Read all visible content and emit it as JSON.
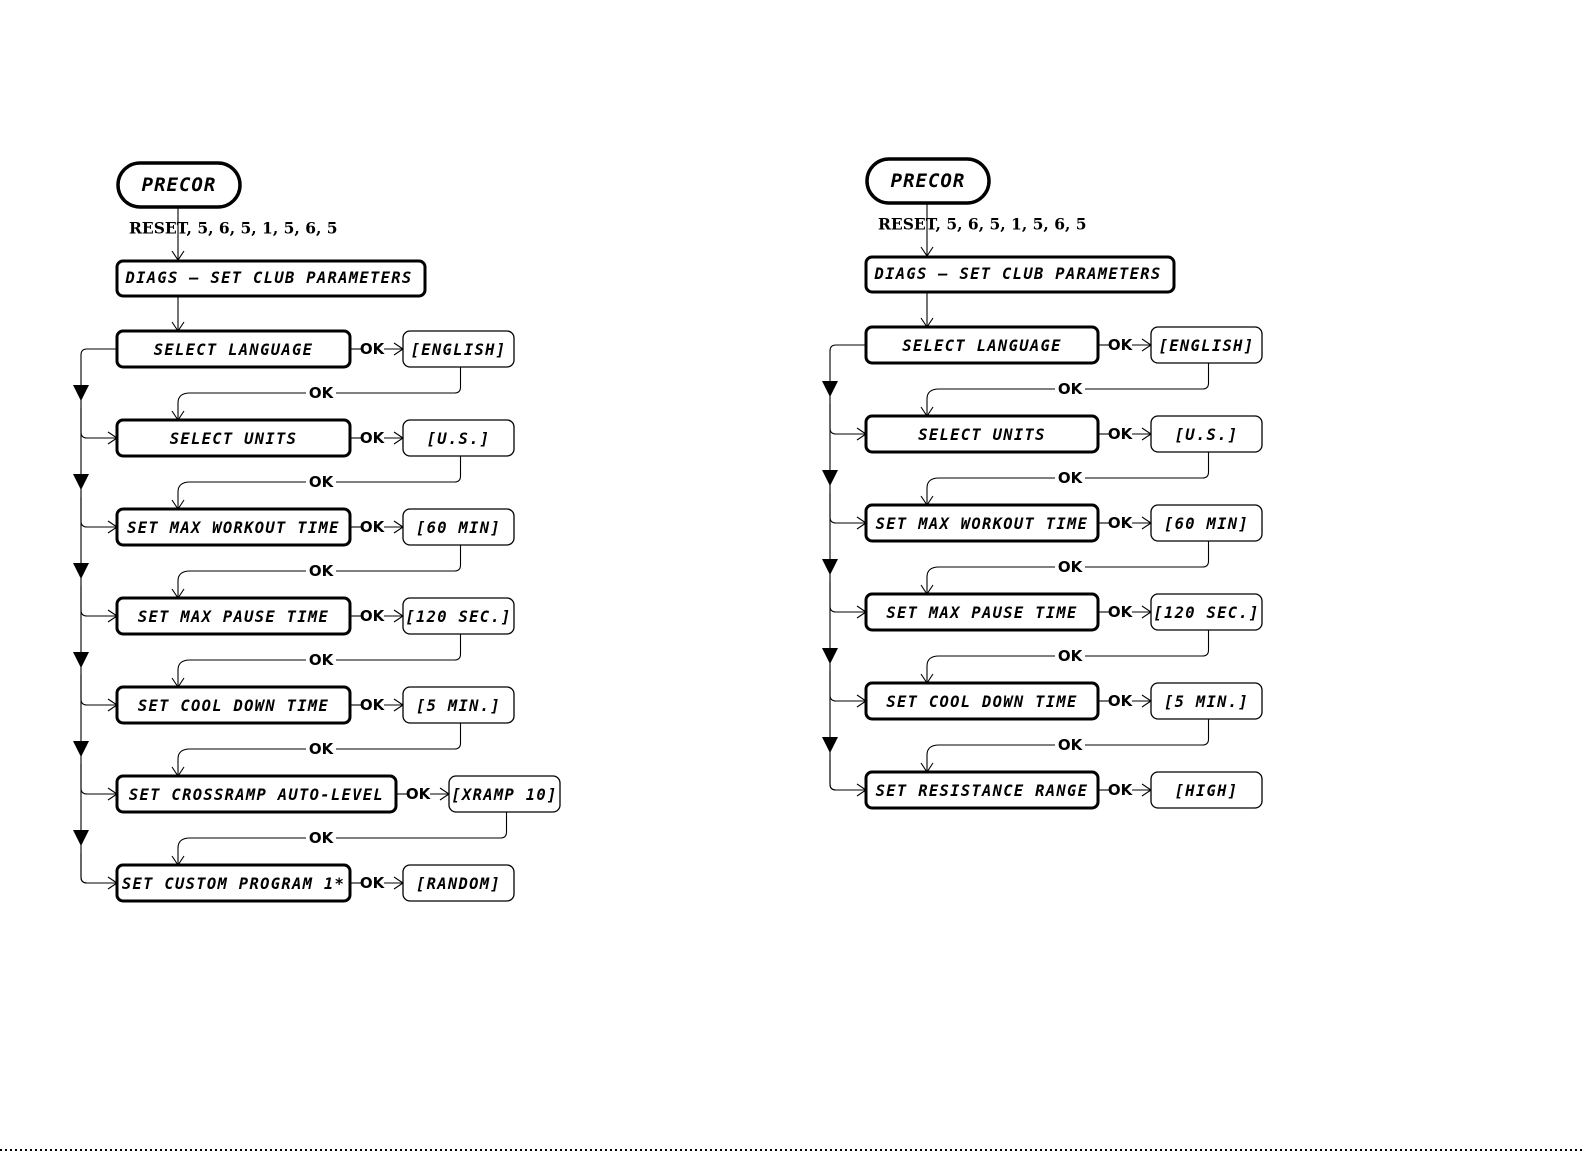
{
  "diagrams": [
    {
      "title": "PRECOR",
      "reset_sequence": "RESET, 5, 6, 5, 1, 5, 6, 5",
      "menu_header": "DIAGS – SET CLUB PARAMETERS",
      "ok_label": "OK",
      "steps": [
        {
          "label": "SELECT LANGUAGE",
          "value": "[ENGLISH]"
        },
        {
          "label": "SELECT UNITS",
          "value": "[U.S.]"
        },
        {
          "label": "SET MAX WORKOUT TIME",
          "value": "[60 MIN]"
        },
        {
          "label": "SET MAX PAUSE TIME",
          "value": "[120 SEC.]"
        },
        {
          "label": "SET COOL DOWN TIME",
          "value": "[5 MIN.]"
        },
        {
          "label": "SET CROSSRAMP AUTO-LEVEL",
          "value": "[XRAMP 10]"
        },
        {
          "label": "SET CUSTOM PROGRAM 1*",
          "value": "[RANDOM]"
        }
      ]
    },
    {
      "title": "PRECOR",
      "reset_sequence": "RESET, 5, 6, 5, 1, 5, 6, 5",
      "menu_header": "DIAGS – SET CLUB PARAMETERS",
      "ok_label": "OK",
      "steps": [
        {
          "label": "SELECT LANGUAGE",
          "value": "[ENGLISH]"
        },
        {
          "label": "SELECT UNITS",
          "value": "[U.S.]"
        },
        {
          "label": "SET MAX WORKOUT TIME",
          "value": "[60 MIN]"
        },
        {
          "label": "SET MAX PAUSE TIME",
          "value": "[120 SEC.]"
        },
        {
          "label": "SET COOL DOWN TIME",
          "value": "[5 MIN.]"
        },
        {
          "label": "SET RESISTANCE RANGE",
          "value": "[HIGH]"
        }
      ]
    }
  ]
}
